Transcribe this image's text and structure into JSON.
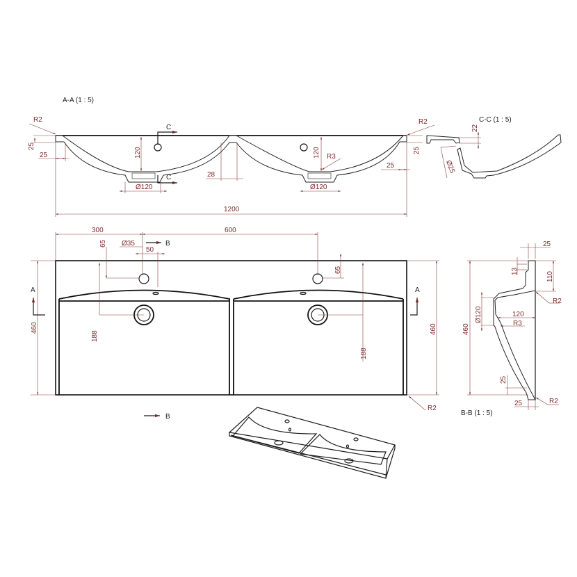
{
  "views": {
    "section_aa": {
      "title": "A-A  (1 : 5)",
      "dims": {
        "r2_left": "R2",
        "h25_left": "25",
        "w25_left": "25",
        "depth120": "120",
        "drain_dia_left": "Ø120",
        "rib28": "28",
        "r2_right": "R2",
        "depth120_right": "120",
        "r3": "R3",
        "drain_dia_right": "Ø120",
        "w25_right": "25",
        "h25_right": "25",
        "overall_width": "1200"
      },
      "cut_marks": {
        "top": "C",
        "bottom": "C"
      }
    },
    "section_cc": {
      "title": "C-C  (1 : 5)",
      "dims": {
        "h22": "22",
        "dia25": "Ø25"
      }
    },
    "plan": {
      "dims": {
        "w300": "300",
        "w600": "600",
        "h65_left": "65",
        "tap_dia": "Ø35",
        "w50": "50",
        "h65_right": "65",
        "h460_left": "460",
        "h188_left": "188",
        "h188_right": "188",
        "h460_right": "460",
        "r2": "R2"
      },
      "cut_marks": {
        "b_top": "B",
        "a_left": "A",
        "a_right": "A",
        "b_bottom": "B"
      }
    },
    "section_bb": {
      "title": "B-B  (1 : 5)",
      "dims": {
        "w25_top": "25",
        "h13": "13",
        "h110": "110",
        "r2_top": "R2",
        "dia120": "Ø120",
        "w120": "120",
        "r3": "R3",
        "h460": "460",
        "h25": "25",
        "w25_bottom": "25",
        "r2_bottom": "R2"
      }
    }
  }
}
